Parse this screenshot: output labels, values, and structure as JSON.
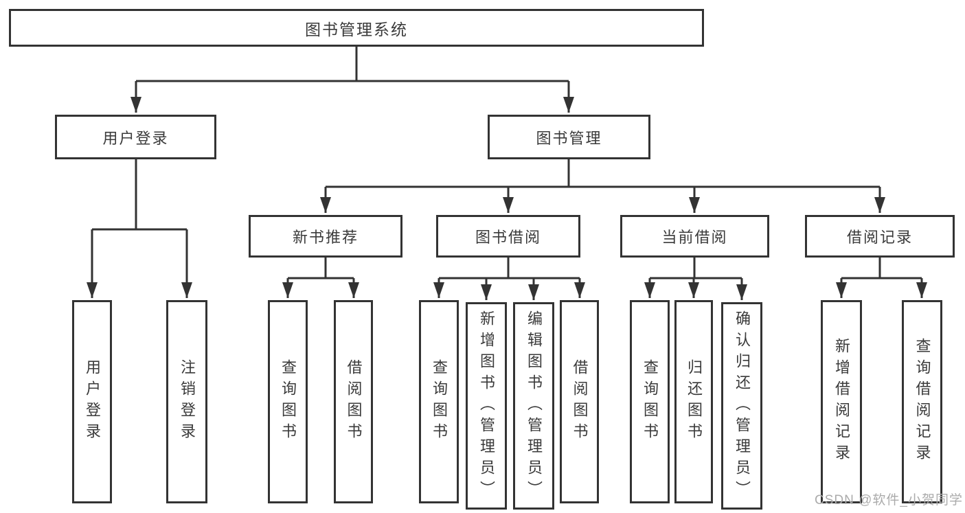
{
  "tree": {
    "label": "图书管理系统",
    "children": [
      {
        "label": "用户登录",
        "children": [
          {
            "label": "用户登录"
          },
          {
            "label": "注销登录"
          }
        ]
      },
      {
        "label": "图书管理",
        "children": [
          {
            "label": "新书推荐",
            "children": [
              {
                "label": "查询图书"
              },
              {
                "label": "借阅图书"
              }
            ]
          },
          {
            "label": "图书借阅",
            "children": [
              {
                "label": "查询图书"
              },
              {
                "label": "新增图书（管理员）"
              },
              {
                "label": "编辑图书（管理员）"
              },
              {
                "label": "借阅图书"
              }
            ]
          },
          {
            "label": "当前借阅",
            "children": [
              {
                "label": "查询图书"
              },
              {
                "label": "归还图书"
              },
              {
                "label": "确认归还（管理员）"
              }
            ]
          },
          {
            "label": "借阅记录",
            "children": [
              {
                "label": "新增借阅记录"
              },
              {
                "label": "查询借阅记录"
              }
            ]
          }
        ]
      }
    ]
  },
  "watermark": "CSDN @软件_小贺同学",
  "colors": {
    "line": "#333333",
    "text": "#3a3a3a",
    "background": "#ffffff",
    "watermark": "#ababab"
  }
}
